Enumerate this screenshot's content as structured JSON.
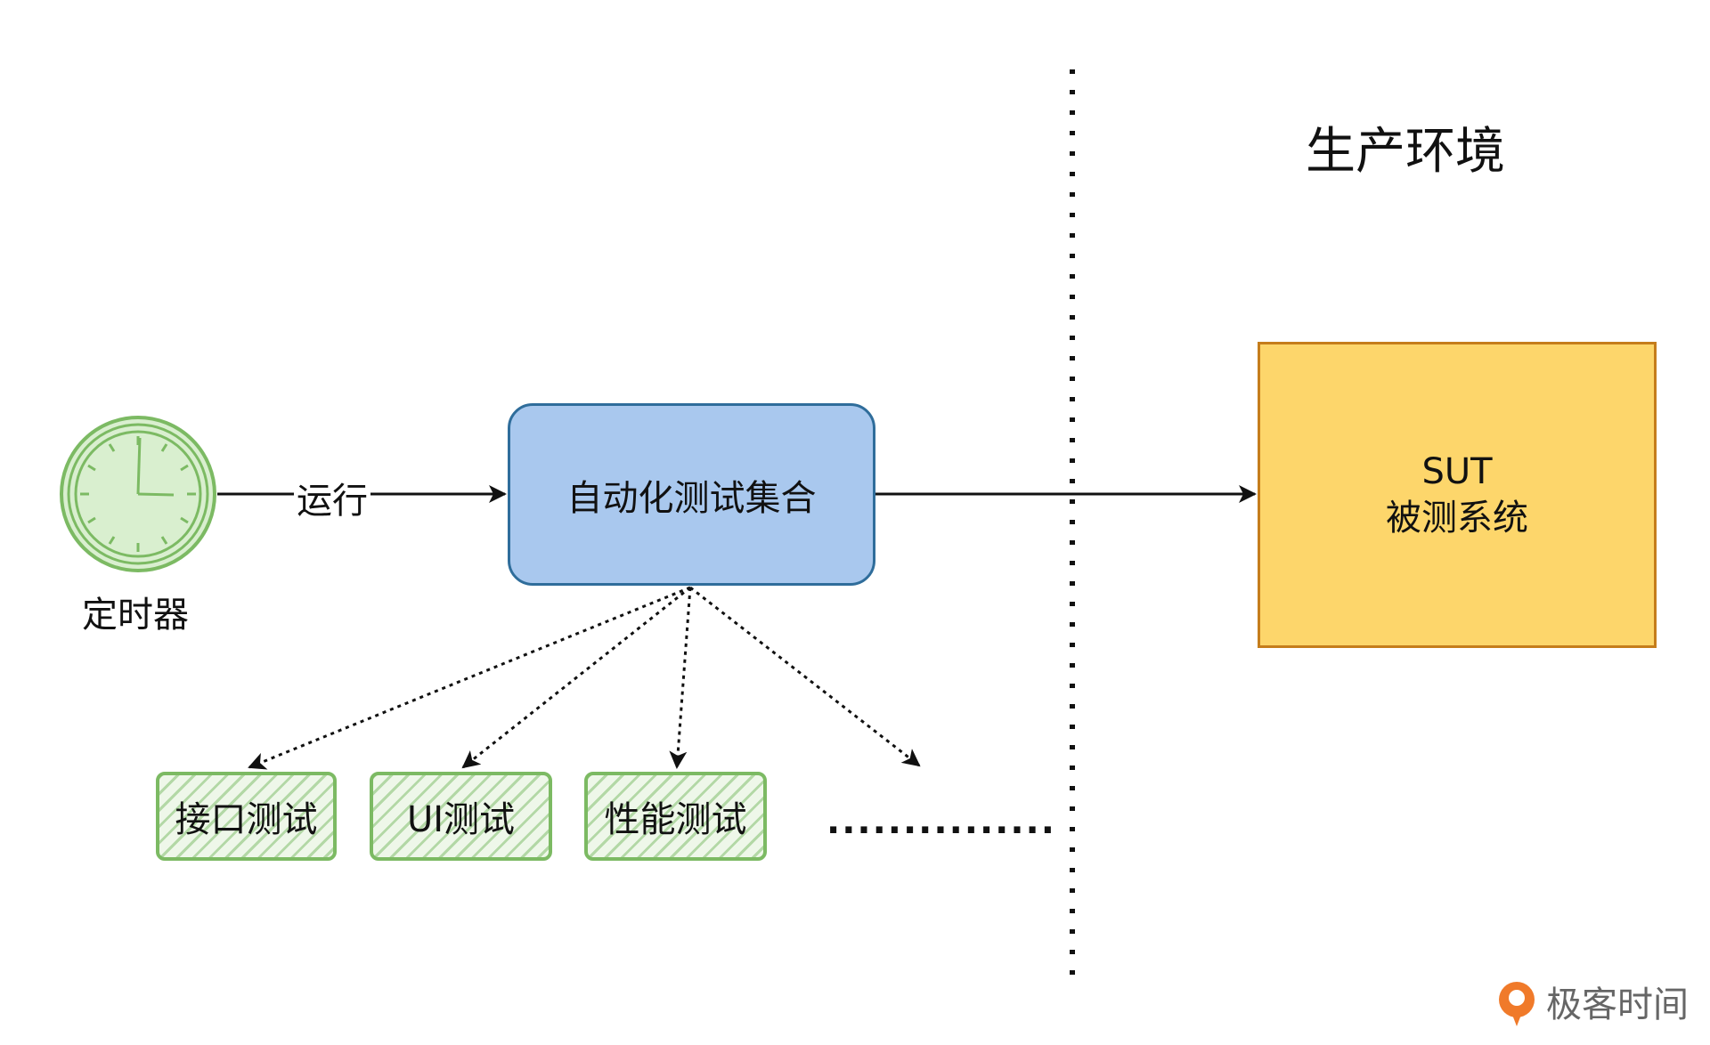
{
  "timer": {
    "label": "定时器"
  },
  "run_edge": {
    "label": "运行"
  },
  "automation": {
    "label": "自动化测试集合"
  },
  "tests": [
    {
      "label": "接口测试"
    },
    {
      "label": "UI测试"
    },
    {
      "label": "性能测试"
    }
  ],
  "ellipsis": "...............",
  "production": {
    "label": "生产环境"
  },
  "sut": {
    "line1": "SUT",
    "line2": "被测系统"
  },
  "brand": {
    "name": "极客时间"
  },
  "colors": {
    "automation_fill": "#a9c8ee",
    "automation_stroke": "#2f6d9b",
    "sut_fill": "#fdd66b",
    "sut_stroke": "#c57d1b",
    "test_stroke": "#7cba63",
    "clock_fill": "#d9efcf",
    "clock_stroke": "#7cba63",
    "brand_accent": "#f07a2a"
  }
}
